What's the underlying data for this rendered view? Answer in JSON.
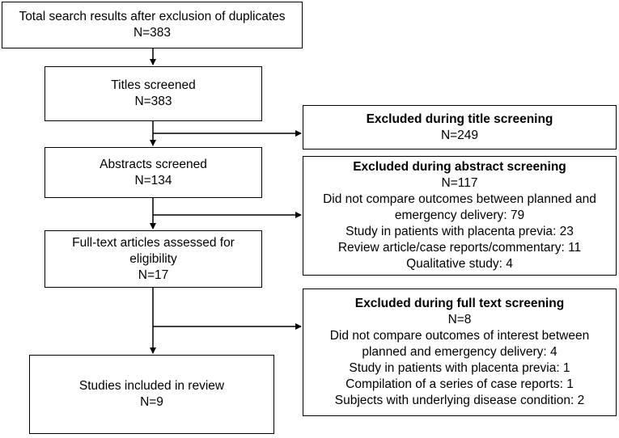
{
  "main_boxes": [
    {
      "lines": [
        "Total search results after exclusion of duplicates",
        "N=383"
      ]
    },
    {
      "lines": [
        "Titles screened",
        "N=383"
      ]
    },
    {
      "lines": [
        "Abstracts screened",
        "N=134"
      ]
    },
    {
      "lines": [
        "Full-text articles assessed for",
        "eligibility",
        "N=17"
      ]
    },
    {
      "lines": [
        "Studies included in review",
        "N=9"
      ]
    }
  ],
  "exclusion_boxes": [
    {
      "heading": "Excluded during title screening",
      "lines": [
        "N=249"
      ]
    },
    {
      "heading": "Excluded during abstract screening",
      "lines": [
        "N=117",
        "Did not compare outcomes between planned and",
        "emergency delivery: 79",
        "Study in patients with placenta previa: 23",
        "Review article/case reports/commentary: 11",
        "Qualitative study: 4"
      ]
    },
    {
      "heading": "Excluded during full text screening",
      "lines": [
        "N=8",
        "Did not compare outcomes of interest between",
        "planned and emergency delivery: 4",
        "Study in patients with placenta previa: 1",
        "Compilation of a series of case reports: 1",
        "Subjects with underlying disease condition: 2"
      ]
    }
  ]
}
